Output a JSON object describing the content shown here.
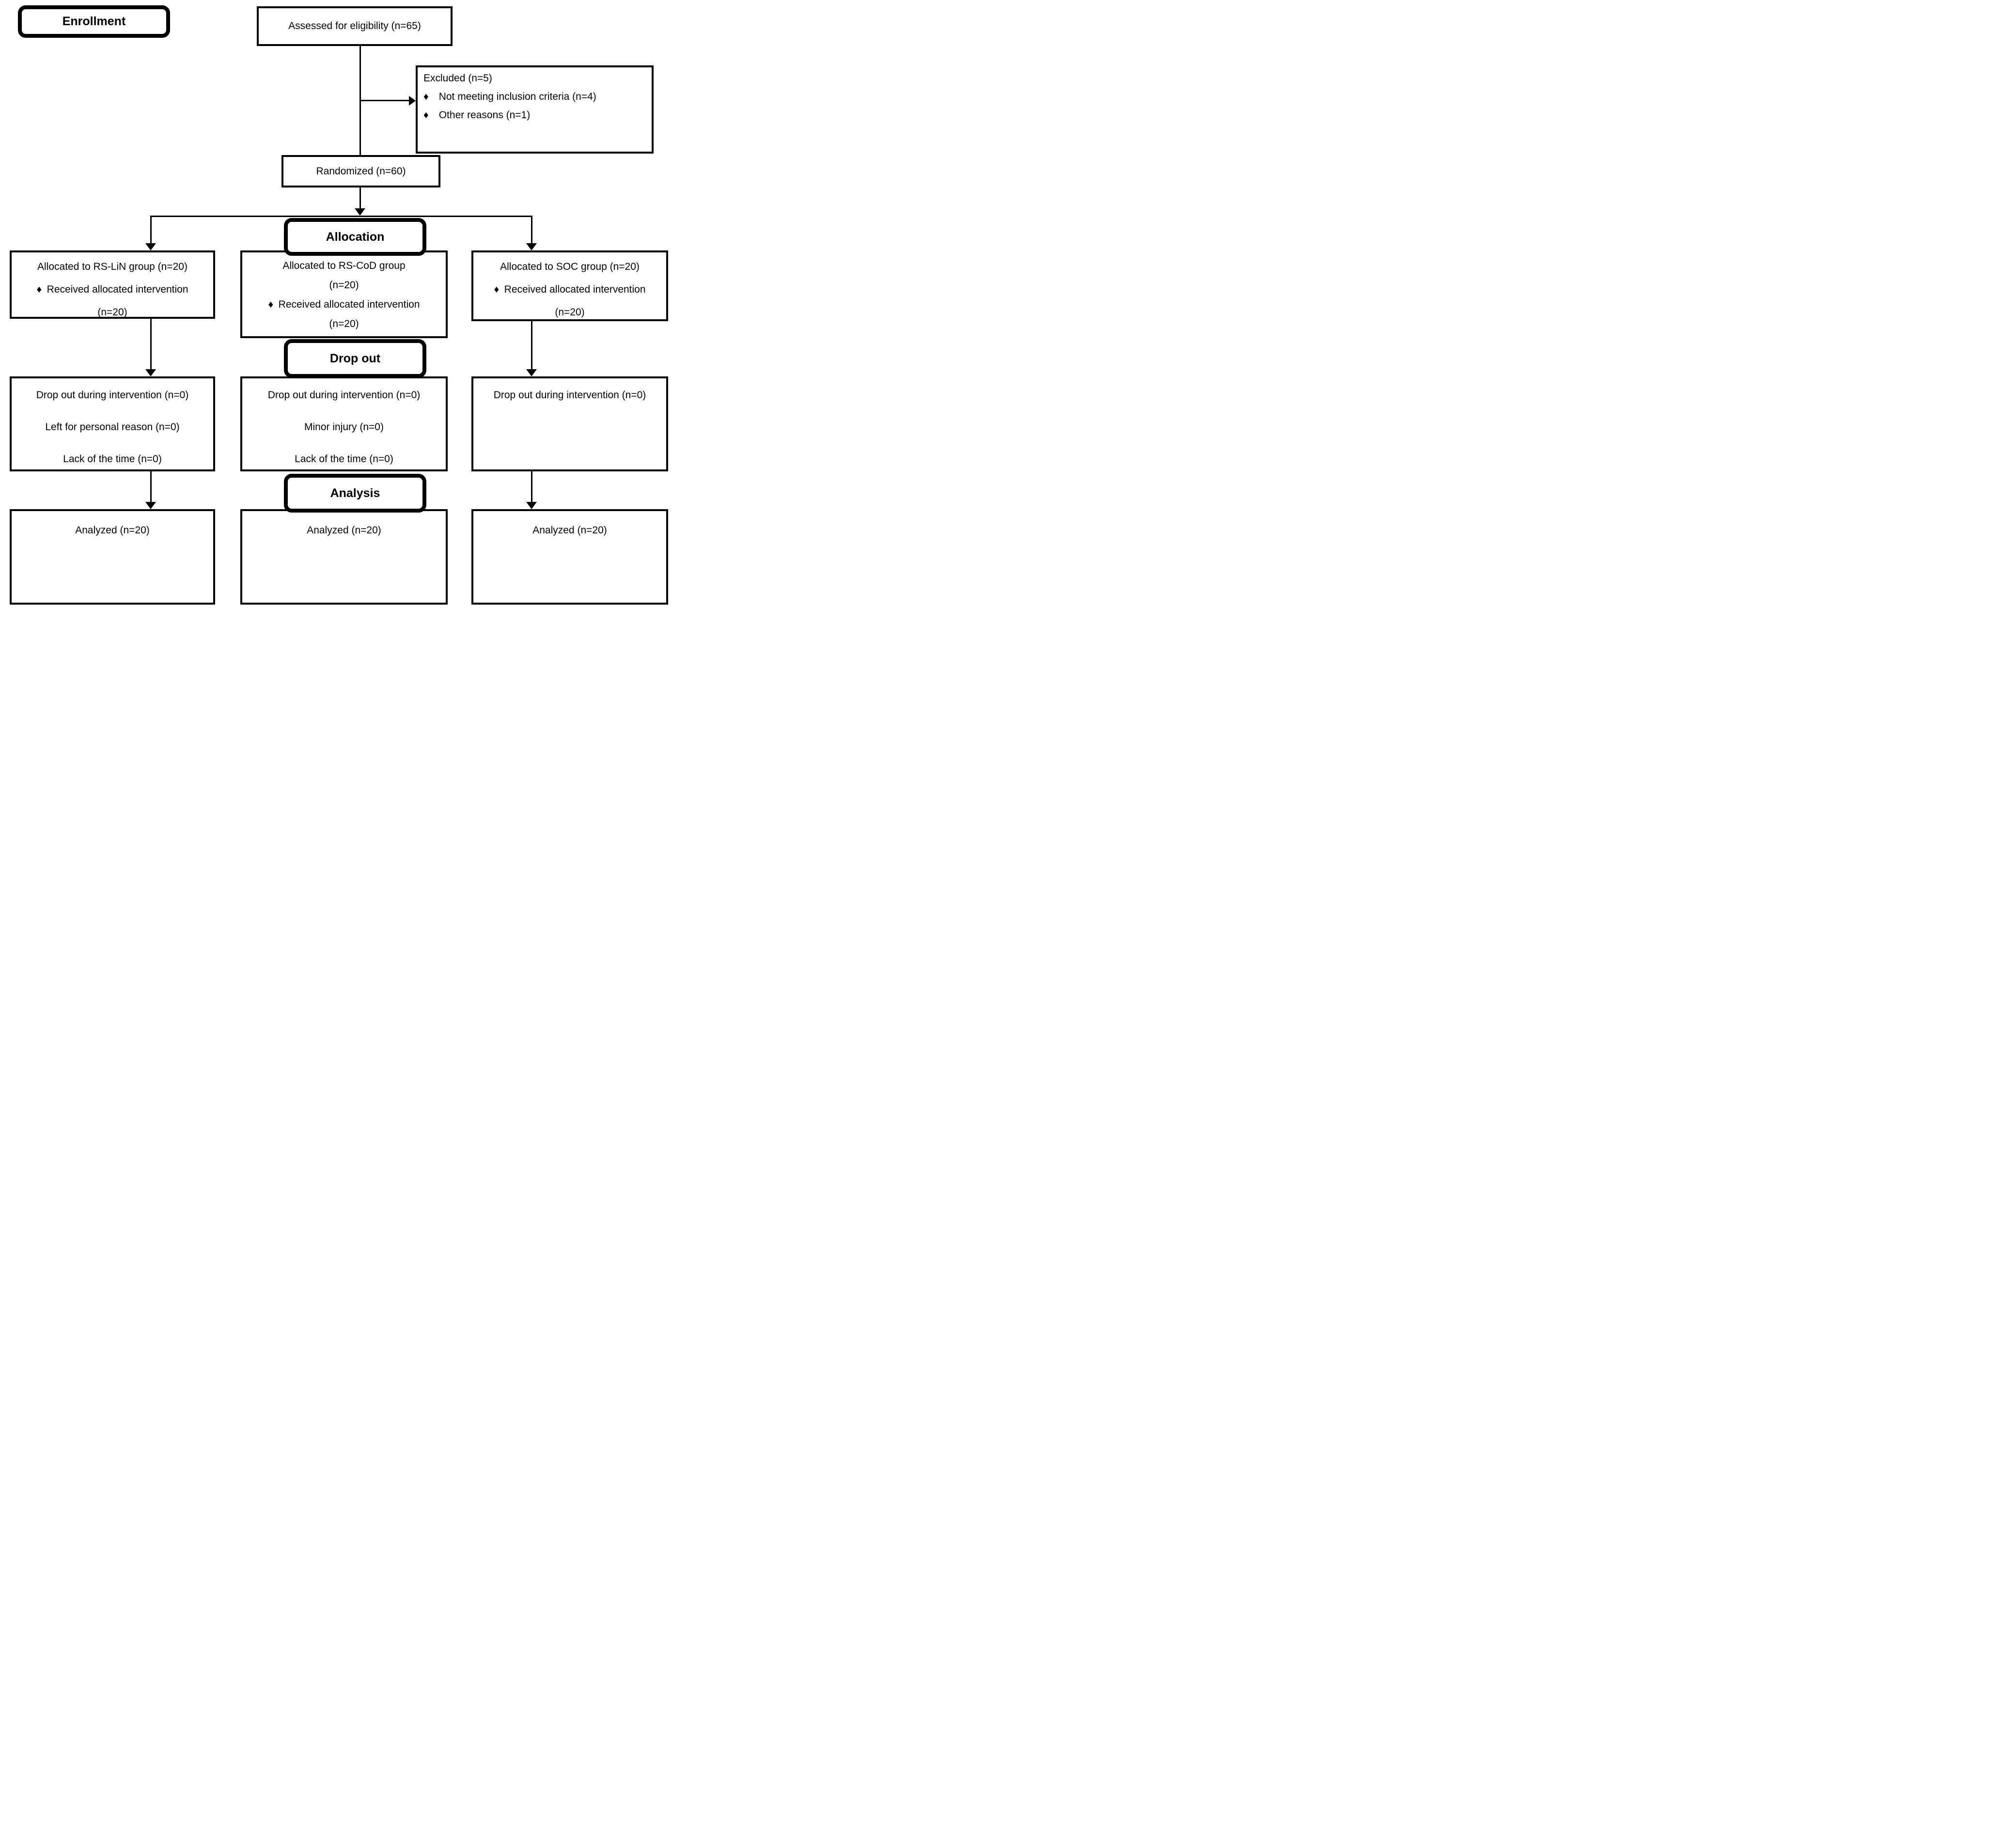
{
  "diagram": {
    "stage_labels": {
      "enrollment": "Enrollment",
      "allocation": "Allocation",
      "dropout": "Drop out",
      "analysis": "Analysis"
    },
    "top": {
      "assessed": "Assessed for eligibility (n=65)",
      "excluded_title": "Excluded (n=5)",
      "excluded_items": [
        "♦ Not meeting inclusion criteria (n=4)",
        "♦ Other reasons (n=1)"
      ],
      "randomized": "Randomized (n=60)"
    },
    "columns": [
      {
        "allocation_lines": [
          "Allocated to RS-LiN group (n=20)",
          "♦ Received allocated intervention",
          "(n=20)"
        ],
        "dropout_lines": [
          "Drop out during intervention (n=0)",
          "Left for personal reason (n=0)",
          "Lack of the time (n=0)"
        ],
        "analyzed": "Analyzed (n=20)"
      },
      {
        "allocation_lines": [
          "Allocated to RS-CoD group",
          "(n=20)",
          "♦ Received allocated intervention",
          "(n=20)"
        ],
        "dropout_lines": [
          "Drop out during intervention (n=0)",
          "Minor injury (n=0)",
          "Lack of the time (n=0)"
        ],
        "analyzed": "Analyzed (n=20)"
      },
      {
        "allocation_lines": [
          "Allocated to SOC group (n=20)",
          "♦ Received allocated intervention",
          "(n=20)"
        ],
        "dropout_lines": [
          "Drop out during intervention (n=0)"
        ],
        "analyzed": "Analyzed (n=20)"
      }
    ],
    "colors": {
      "ink": "#000000",
      "background": "#ffffff"
    }
  }
}
